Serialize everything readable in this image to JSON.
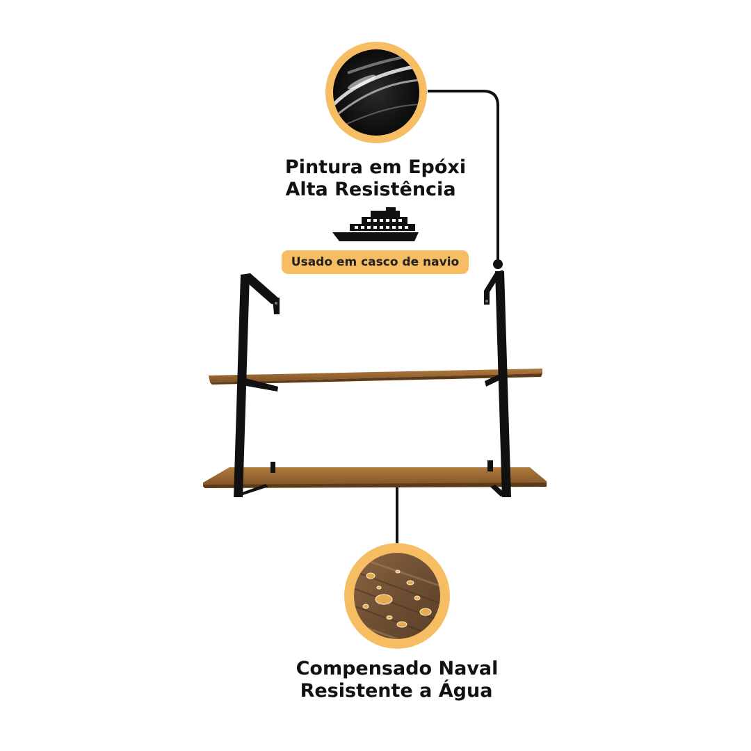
{
  "colors": {
    "ring": "#f7bd63",
    "line": "#111111",
    "wood": "#9a6a34",
    "metal": "#111111"
  },
  "feature_top": {
    "icon": "epoxy-gloss-icon",
    "line1": "Pintura em Epóxi",
    "line2": "Alta Resistência",
    "ship_icon": "ship-icon",
    "badge": "Usado em casco de navio"
  },
  "feature_bottom": {
    "icon": "water-drops-wood-icon",
    "line1": "Compensado Naval",
    "line2": "Resistente a Água"
  },
  "product": {
    "name": "wooden-wall-shelf",
    "shelves": 2
  }
}
